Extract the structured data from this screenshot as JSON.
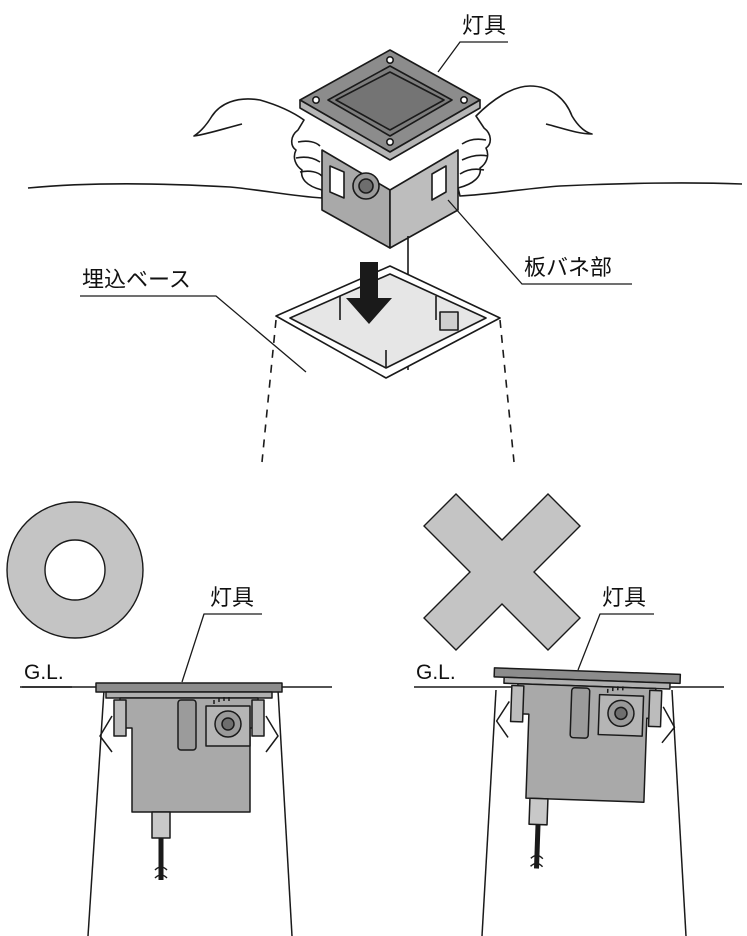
{
  "labels": {
    "fixture_top": "灯具",
    "leaf_spring": "板バネ部",
    "embedded_base": "埋込ベース",
    "fixture_good": "灯具",
    "fixture_bad": "灯具",
    "gl_good": "G.L.",
    "gl_bad": "G.L."
  },
  "marks": {
    "correct": "circle-mark",
    "incorrect": "cross-mark"
  },
  "colors": {
    "fill_gray": "#c8c8c8",
    "fixture_body": "#a9a9a9",
    "fixture_face": "#8c8c8c",
    "line": "#1a1a1a",
    "mark_gray": "#c4c4c4"
  }
}
